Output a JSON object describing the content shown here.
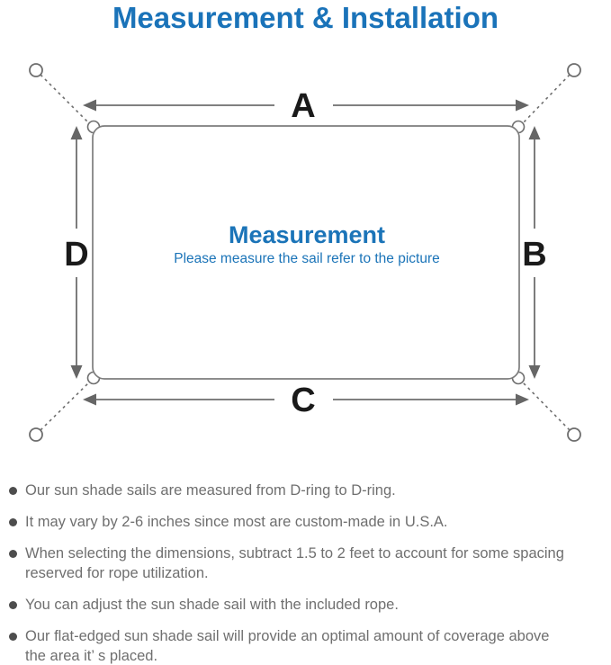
{
  "page": {
    "title": "Measurement & Installation"
  },
  "colors": {
    "accent_blue": "#1a73b9",
    "center_text_blue": "#1b74b8",
    "line_gray": "#6e6e6e",
    "sail_outline_gray": "#7d7d7d",
    "dim_label_black": "#1a1a1a",
    "note_text_gray": "#6f6f6f",
    "bullet_dot_gray": "#4d4d4d"
  },
  "diagram": {
    "dim_top_label": "A",
    "dim_right_label": "B",
    "dim_bottom_label": "C",
    "dim_left_label": "D",
    "center_title": "Measurement",
    "center_subtitle": "Please measure the sail refer to the picture",
    "icons": [
      "anchor-ring-icon",
      "corner-d-ring-icon",
      "dashed-rope-line",
      "dimension-arrow"
    ]
  },
  "notes": {
    "items": [
      {
        "lines": [
          "Our sun shade sails are measured from D-ring to D-ring."
        ]
      },
      {
        "lines": [
          "It may vary by 2-6 inches since most are custom-made in U.S.A."
        ]
      },
      {
        "lines": [
          "When selecting the dimensions, subtract 1.5 to 2 feet to account for some spacing",
          "reserved for rope utilization."
        ]
      },
      {
        "lines": [
          "You can adjust the sun shade sail with the included rope."
        ]
      },
      {
        "lines": [
          "Our flat-edged sun shade sail will provide an optimal amount of coverage above",
          "the area it’ s placed."
        ]
      }
    ]
  }
}
